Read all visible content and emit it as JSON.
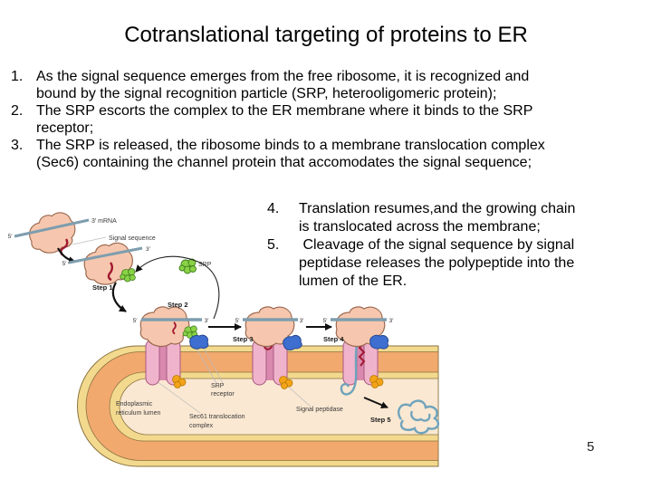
{
  "slide": {
    "title": "Cotranslational targeting of proteins to ER",
    "page_number": "5",
    "left_list": [
      {
        "num": "1.",
        "text": "As the signal sequence emerges from the free ribosome, it is recognized and\nbound by the signal recognition particle (SRP, heterooligomeric protein);"
      },
      {
        "num": "2.",
        "text": "The SRP escorts the complex to the ER membrane where it binds to the SRP\nreceptor;"
      },
      {
        "num": "3.",
        "text": "The SRP is released, the ribosome binds to a membrane translocation complex\n(Sec6) containing the channel protein that accomodates the signal sequence;"
      }
    ],
    "right_list": [
      {
        "num": "4.",
        "text": "Translation resumes,and the growing chain\nis translocated across the membrane;"
      },
      {
        "num": "5.",
        "text": " Cleavage of the signal sequence by signal\npeptidase releases the polypeptide into the\nlumen of the ER."
      }
    ]
  },
  "diagram": {
    "labels": {
      "mrna_3": "3′ mRNA",
      "five_prime": "5′",
      "three_prime": "3′",
      "signal_sequence": "Signal sequence",
      "srp": "SRP",
      "step1": "Step 1",
      "step2": "Step 2",
      "step3": "Step 3",
      "step4": "Step 4",
      "step5": "Step 5",
      "srp_receptor_1": "SRP",
      "srp_receptor_2": "receptor",
      "er_lumen_1": "Endoplasmic",
      "er_lumen_2": "reticulum lumen",
      "sec61_1": "Sec61 translocation",
      "sec61_2": "complex",
      "signal_peptidase": "Signal peptidase"
    },
    "colors": {
      "ribosome": "#f6c7ae",
      "ribosome_outline": "#9c6a50",
      "channel_pink": "#f0b3cc",
      "channel_pore": "#d989ae",
      "channel_outline": "#a85880",
      "mrna_gray": "#7e9dae",
      "srp_green": "#8ad246",
      "srp_green_outline": "#3e7d1e",
      "receptor_blue": "#3d6ed0",
      "receptor_blue_outline": "#21418c",
      "peptidase_orange": "#f2a318",
      "peptidase_outline": "#b97b00",
      "membrane_orange": "#f2a96e",
      "membrane_yellow": "#f2d98e",
      "membrane_outline": "#8a7340",
      "lumen_cream": "#fae8d2",
      "signal_red": "#a01830",
      "polypeptide_blue": "#6fa3bc"
    }
  }
}
